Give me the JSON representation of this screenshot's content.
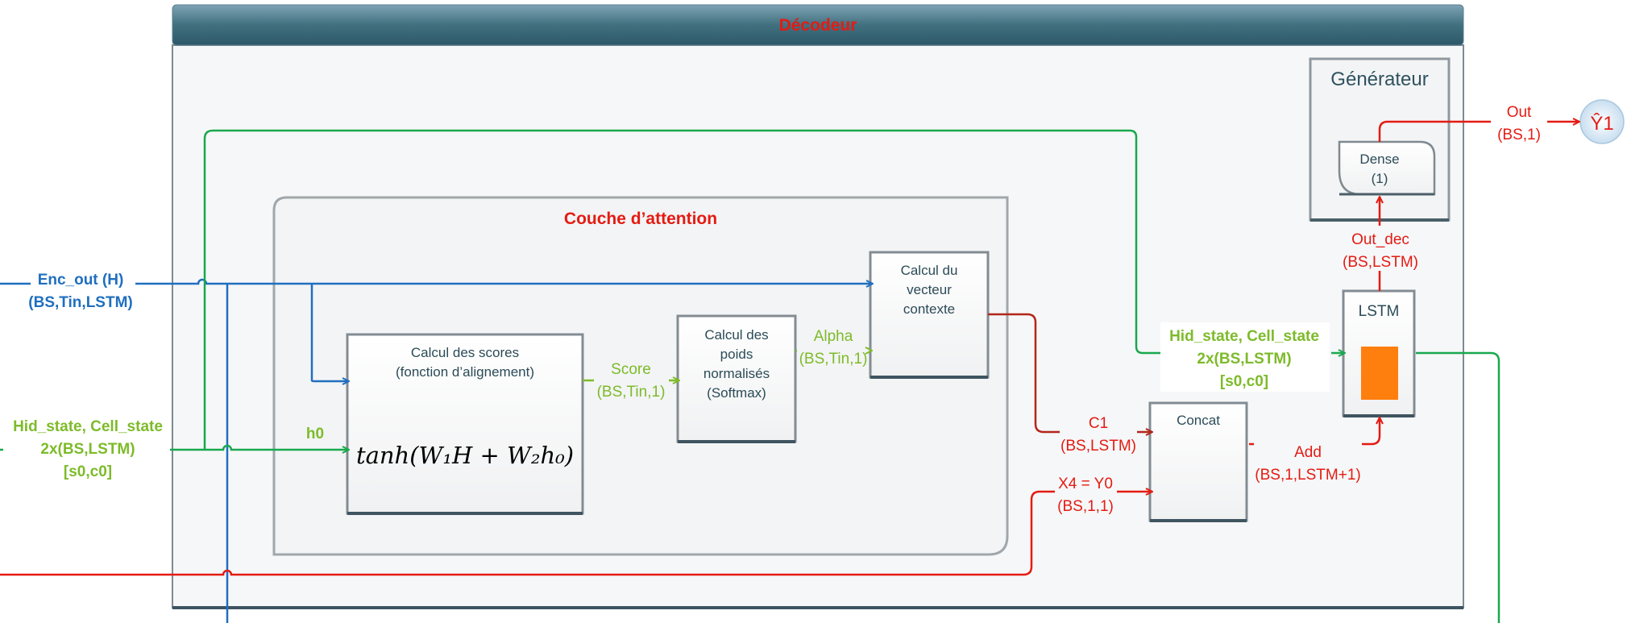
{
  "decoder": {
    "title": "Décodeur"
  },
  "attention": {
    "title": "Couche d’attention"
  },
  "generator": {
    "title": "Générateur"
  },
  "boxes": {
    "scores_l1": "Calcul des scores",
    "scores_l2": "(fonction d’alignement)",
    "scores_formula": "tanh(W₁H + W₂h₀)",
    "weights_l1": "Calcul des",
    "weights_l2": "poids",
    "weights_l3": "normalisés",
    "weights_l4": "(Softmax)",
    "context_l1": "Calcul du",
    "context_l2": "vecteur",
    "context_l3": "contexte",
    "concat": "Concat",
    "lstm": "LSTM",
    "dense_l1": "Dense",
    "dense_l2": "(1)"
  },
  "labels": {
    "enc_out_l1": "Enc_out (H)",
    "enc_out_l2": "(BS,Tin,LSTM)",
    "hid_left_l1": "Hid_state, Cell_state",
    "hid_left_l2": "2x(BS,LSTM)",
    "hid_left_l3": "[s0,c0]",
    "h0": "h0",
    "score_l1": "Score",
    "score_l2": "(BS,Tin,1)",
    "alpha_l1": "Alpha",
    "alpha_l2": "(BS,Tin,1)",
    "c1_l1": "C1",
    "c1_l2": "(BS,LSTM)",
    "x4_l1": "X4 = Y0",
    "x4_l2": "(BS,1,1)",
    "add_l1": "Add",
    "add_l2": "(BS,1,LSTM+1)",
    "hid_right_l1": "Hid_state, Cell_state",
    "hid_right_l2": "2x(BS,LSTM)",
    "hid_right_l3": "[s0,c0]",
    "out_dec_l1": "Out_dec",
    "out_dec_l2": "(BS,LSTM)",
    "out_l1": "Out",
    "out_l2": "(BS,1)",
    "y1": "Ŷ1"
  },
  "colors": {
    "blue": "#1f6fbf",
    "green_arrow": "#19a84e",
    "green_text": "#7dbb2a",
    "red": "#e41b13",
    "dark_red": "#b2261b",
    "header": "#3e6c82",
    "orange": "#ff7f0e"
  }
}
